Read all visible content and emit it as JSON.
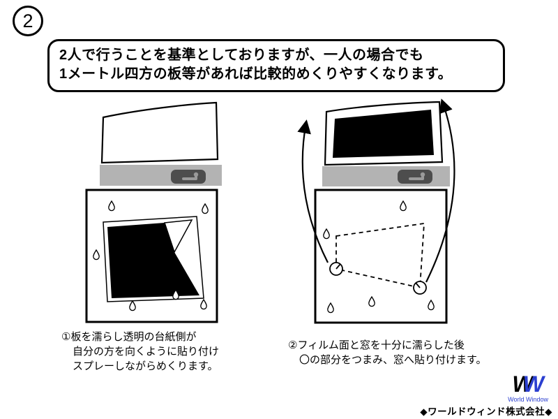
{
  "step": {
    "number": "2"
  },
  "bubble": {
    "line1": "2人で行うことを基準としておりますが、一人の場合でも",
    "line2": "1メートル四方の板等があれば比較的めくりやすくなります。"
  },
  "captions": {
    "left": {
      "line1": "①板を濡らし透明の台紙側が",
      "line2": "自分の方を向くように貼り付け",
      "line3": "スプレーしながらめくります。"
    },
    "right": {
      "line1": "②フィルム面と窓を十分に濡らした後",
      "line2": "〇の部分をつまみ、窓へ貼り付けます。"
    }
  },
  "footer": {
    "logo_w1": "W",
    "logo_w2": "W",
    "logo_sub": "World Window",
    "company": "◆ワールドウィンド株式会社◆"
  },
  "icons": {
    "water_droplet": "water-droplet-icon",
    "squeegee": "squeegee-handle-icon",
    "arrow": "curved-arrow-icon"
  },
  "colors": {
    "logo_blue": "#2b3fd0",
    "stand_gray": "#b3b3b3",
    "handle_dark": "#4d4d4d",
    "film_black": "#000000",
    "background": "#ffffff"
  }
}
